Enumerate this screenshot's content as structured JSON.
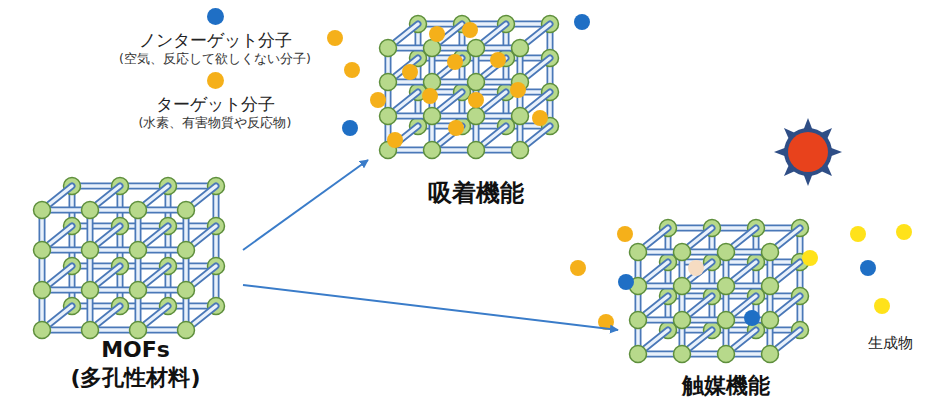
{
  "diagram": {
    "nodes": [
      {
        "text": [
          "MOFs",
          "(多孔性材料)"
        ]
      },
      {
        "text": [
          "吸着機能"
        ]
      },
      {
        "text": [
          "触媒機能"
        ]
      }
    ],
    "edges": [
      {
        "from": 0,
        "to": 1,
        "arrow": "to"
      },
      {
        "from": 0,
        "to": 2,
        "arrow": "to"
      }
    ],
    "labels": [
      "(空気、反応して欲しくない分子)",
      "(水素、有害物質や反応物)",
      "生成物"
    ],
    "legend": [
      {
        "text": "ノンターゲット分子",
        "color": "#1f6fc5"
      },
      {
        "text": "ターゲット分子",
        "color": "#f5b01a"
      }
    ]
  }
}
